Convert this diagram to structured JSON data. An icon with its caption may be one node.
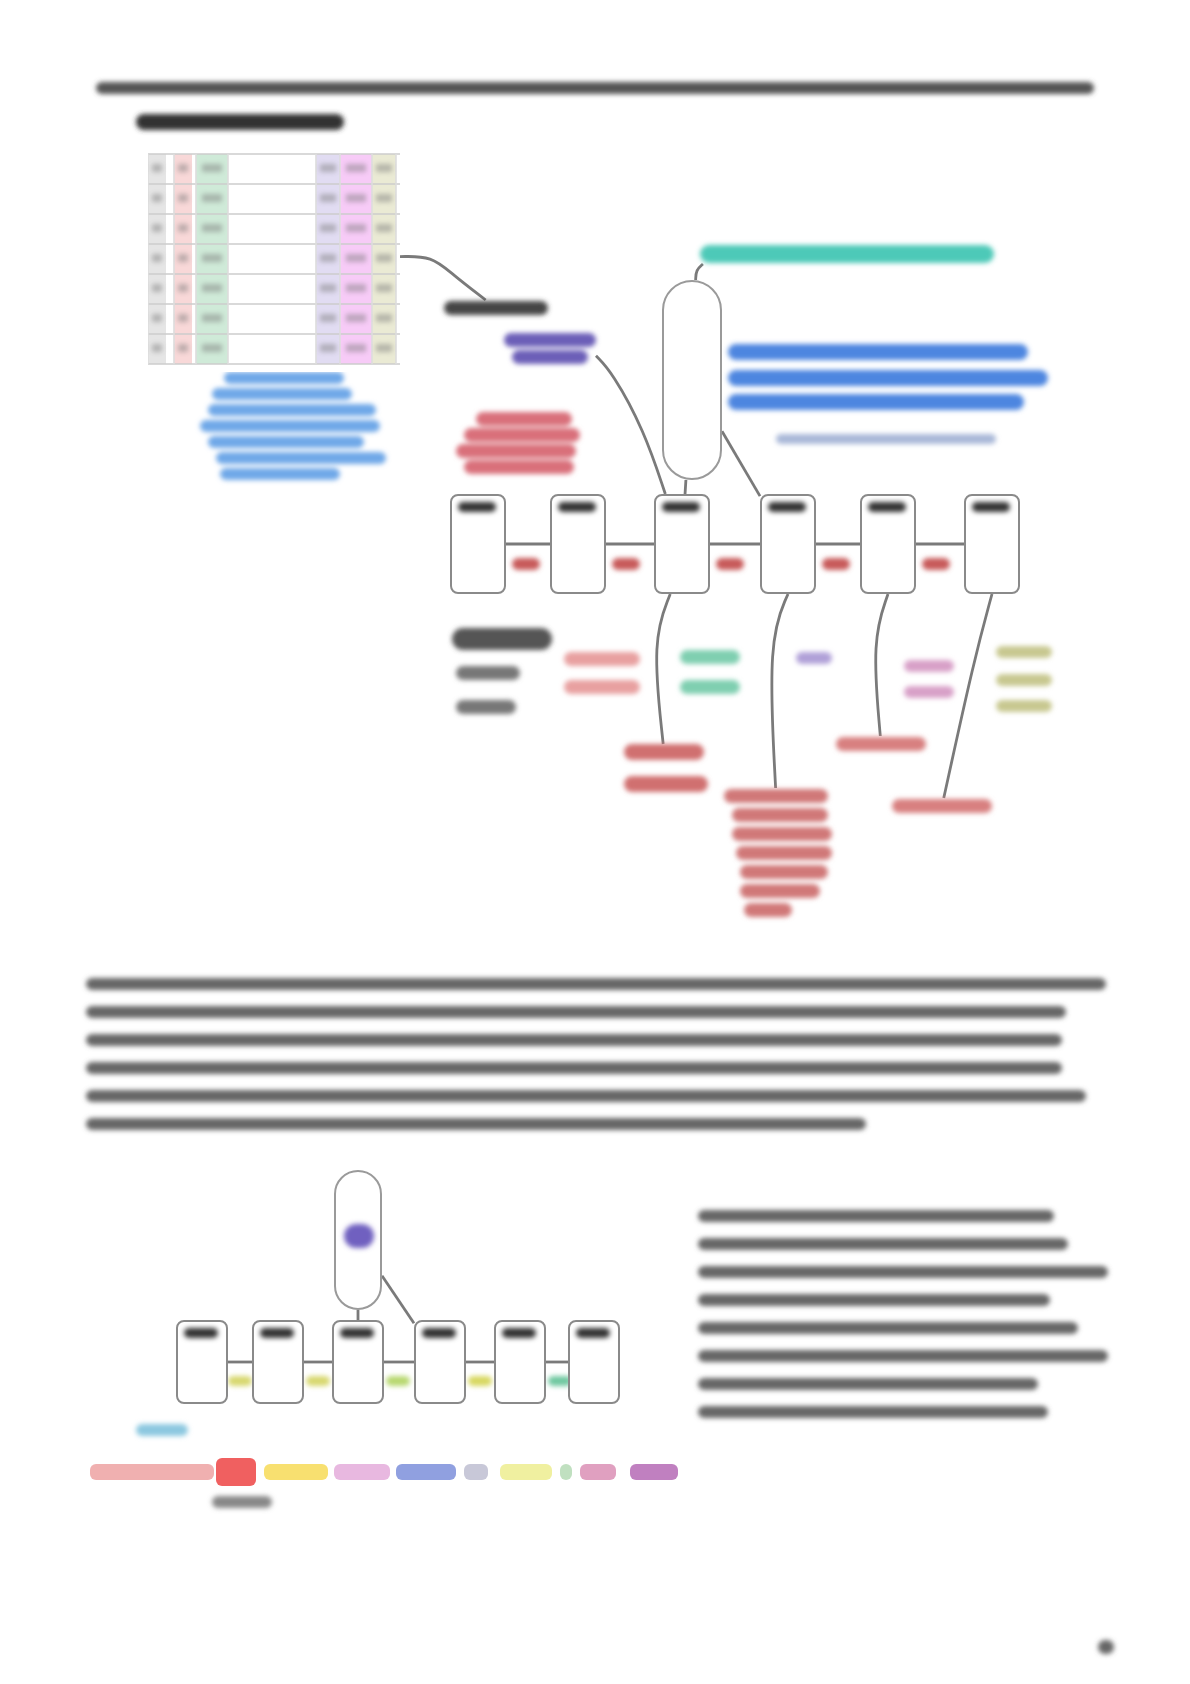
{
  "diagram": {
    "nodes": [
      {
        "text": [],
        "shape": "box"
      },
      {
        "text": [],
        "shape": "box"
      },
      {
        "text": [],
        "shape": "box"
      },
      {
        "text": [],
        "shape": "box"
      },
      {
        "text": [],
        "shape": "box"
      },
      {
        "text": [],
        "shape": "box"
      },
      {
        "text": [],
        "shape": "oval"
      },
      {
        "text": [],
        "shape": "box"
      },
      {
        "text": [],
        "shape": "box"
      },
      {
        "text": [],
        "shape": "box"
      },
      {
        "text": [],
        "shape": "box"
      },
      {
        "text": [],
        "shape": "box"
      },
      {
        "text": [],
        "shape": "box"
      },
      {
        "text": [],
        "shape": "oval"
      },
      {
        "text": [],
        "shape": "table"
      },
      {
        "text": [],
        "shape": "scribble"
      },
      {
        "text": [],
        "shape": "scribble"
      },
      {
        "text": [],
        "shape": "scribble"
      },
      {
        "text": [],
        "shape": "scribble"
      },
      {
        "text": [],
        "shape": "scribble"
      },
      {
        "text": [],
        "shape": "scribble"
      },
      {
        "text": [],
        "shape": "scribble"
      }
    ],
    "edges": [
      {
        "from": 0,
        "to": 1,
        "arrow": "none"
      },
      {
        "from": 1,
        "to": 2,
        "arrow": "none"
      },
      {
        "from": 2,
        "to": 3,
        "arrow": "none"
      },
      {
        "from": 3,
        "to": 4,
        "arrow": "none"
      },
      {
        "from": 4,
        "to": 5,
        "arrow": "none"
      },
      {
        "from": 6,
        "to": 2,
        "arrow": "none"
      },
      {
        "from": 6,
        "to": 3,
        "arrow": "none"
      },
      {
        "from": 7,
        "to": 8,
        "arrow": "none"
      },
      {
        "from": 8,
        "to": 9,
        "arrow": "none"
      },
      {
        "from": 9,
        "to": 10,
        "arrow": "none"
      },
      {
        "from": 10,
        "to": 11,
        "arrow": "none"
      },
      {
        "from": 11,
        "to": 12,
        "arrow": "none"
      },
      {
        "from": 13,
        "to": 9,
        "arrow": "none"
      },
      {
        "from": 13,
        "to": 10,
        "arrow": "none"
      },
      {
        "from": 14,
        "to": 15,
        "arrow": "none"
      },
      {
        "from": 16,
        "to": 6,
        "arrow": "none"
      },
      {
        "from": 17,
        "to": 2,
        "arrow": "none"
      },
      {
        "from": 2,
        "to": 18,
        "arrow": "none"
      },
      {
        "from": 3,
        "to": 19,
        "arrow": "none"
      },
      {
        "from": 4,
        "to": 20,
        "arrow": "none"
      },
      {
        "from": 5,
        "to": 21,
        "arrow": "none"
      }
    ]
  }
}
